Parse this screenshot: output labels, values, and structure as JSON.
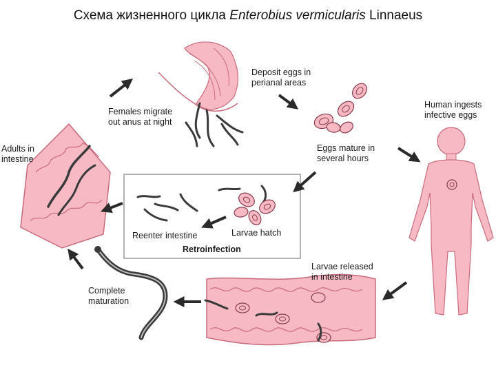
{
  "title": {
    "prefix": "Схема жизненного цикла ",
    "species": "Enterobius vermicularis",
    "suffix": " Linnaeus"
  },
  "labels": {
    "deposit_eggs": [
      "Deposit eggs in",
      "perianal areas"
    ],
    "human_ingests": [
      "Human ingests",
      "infective eggs"
    ],
    "females_migrate": [
      "Females migrate",
      "out anus at night"
    ],
    "adults_intestine": [
      "Adults in",
      "intestine"
    ],
    "eggs_mature": [
      "Eggs mature in",
      "several hours"
    ],
    "reenter_intestine": "Reenter intestine",
    "larvae_hatch": "Larvae hatch",
    "retroinfection": "Retroinfection",
    "larvae_released": [
      "Larvae released",
      "in intestine"
    ],
    "complete_maturation": [
      "Complete",
      "maturation"
    ]
  },
  "colors": {
    "pink_fill": "#f7b9c3",
    "pink_dark": "#e9909f",
    "worm": "#3a3a3a",
    "arrow": "#2a2a2a",
    "box_border": "#9a9a9a"
  }
}
